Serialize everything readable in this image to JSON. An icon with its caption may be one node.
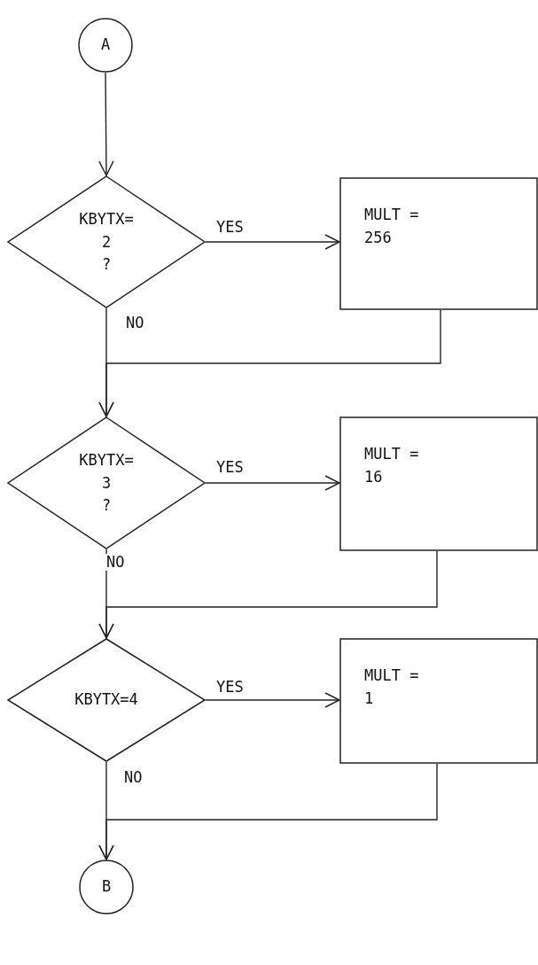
{
  "diagram": {
    "nodes": [
      {
        "text": [
          "A"
        ]
      },
      {
        "text": [
          "KBYTX= 2 ?"
        ]
      },
      {
        "text": [
          "MULT = 256"
        ]
      },
      {
        "text": [
          "KBYTX= 3 ?"
        ]
      },
      {
        "text": [
          "MULT = 16"
        ]
      },
      {
        "text": [
          "KBYTX=4"
        ]
      },
      {
        "text": [
          "MULT = 1"
        ]
      },
      {
        "text": [
          "B"
        ]
      }
    ],
    "edges": [
      {
        "from": 0,
        "to": 1,
        "arrow": "to"
      },
      {
        "from": 1,
        "to": 2,
        "arrow": "to",
        "label": "YES"
      },
      {
        "from": 1,
        "to": 3,
        "arrow": "to",
        "label": "NO"
      },
      {
        "from": 2,
        "to": 3,
        "arrow": "to"
      },
      {
        "from": 3,
        "to": 4,
        "arrow": "to",
        "label": "YES"
      },
      {
        "from": 3,
        "to": 5,
        "arrow": "to",
        "label": "NO"
      },
      {
        "from": 4,
        "to": 5,
        "arrow": "to"
      },
      {
        "from": 5,
        "to": 6,
        "arrow": "to",
        "label": "YES"
      },
      {
        "from": 5,
        "to": 7,
        "arrow": "to",
        "label": "NO"
      },
      {
        "from": 6,
        "to": 7,
        "arrow": "to"
      }
    ]
  }
}
